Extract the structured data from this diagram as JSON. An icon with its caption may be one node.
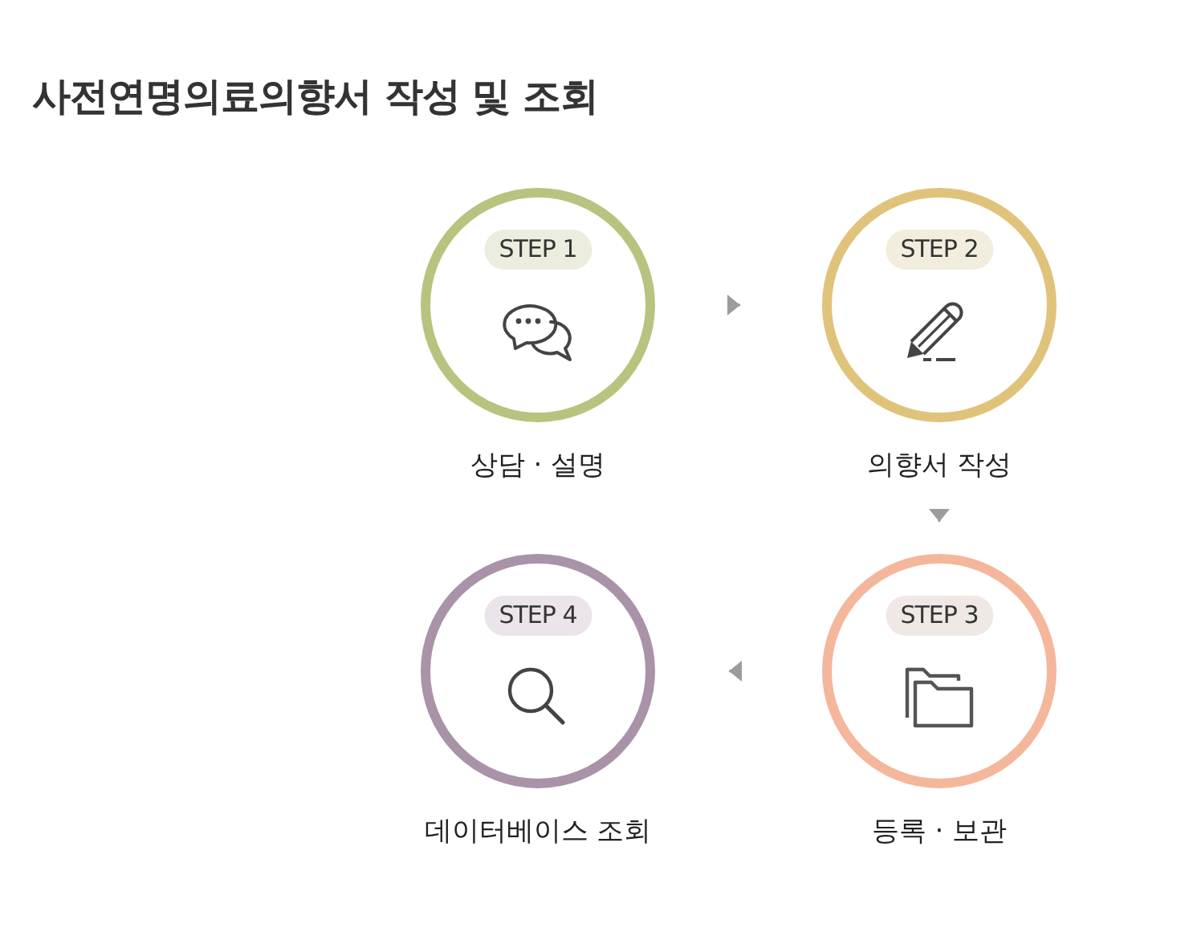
{
  "diagram": {
    "title": "사전연명의료의향서 작성 및 조회",
    "nodes": [
      {
        "text": [
          "STEP 1"
        ],
        "beside": [
          "상담 · 설명"
        ]
      },
      {
        "text": [
          "STEP 2"
        ],
        "beside": [
          "의향서 작성"
        ]
      },
      {
        "text": [
          "STEP 3"
        ],
        "beside": [
          "등록 · 보관"
        ]
      },
      {
        "text": [
          "STEP 4"
        ],
        "beside": [
          "데이터베이스 조회"
        ]
      }
    ],
    "edges": [
      {
        "from": 0,
        "to": 1,
        "arrow": "to"
      },
      {
        "from": 1,
        "to": 2,
        "arrow": "to"
      },
      {
        "from": 2,
        "to": 3,
        "arrow": "to"
      }
    ]
  }
}
